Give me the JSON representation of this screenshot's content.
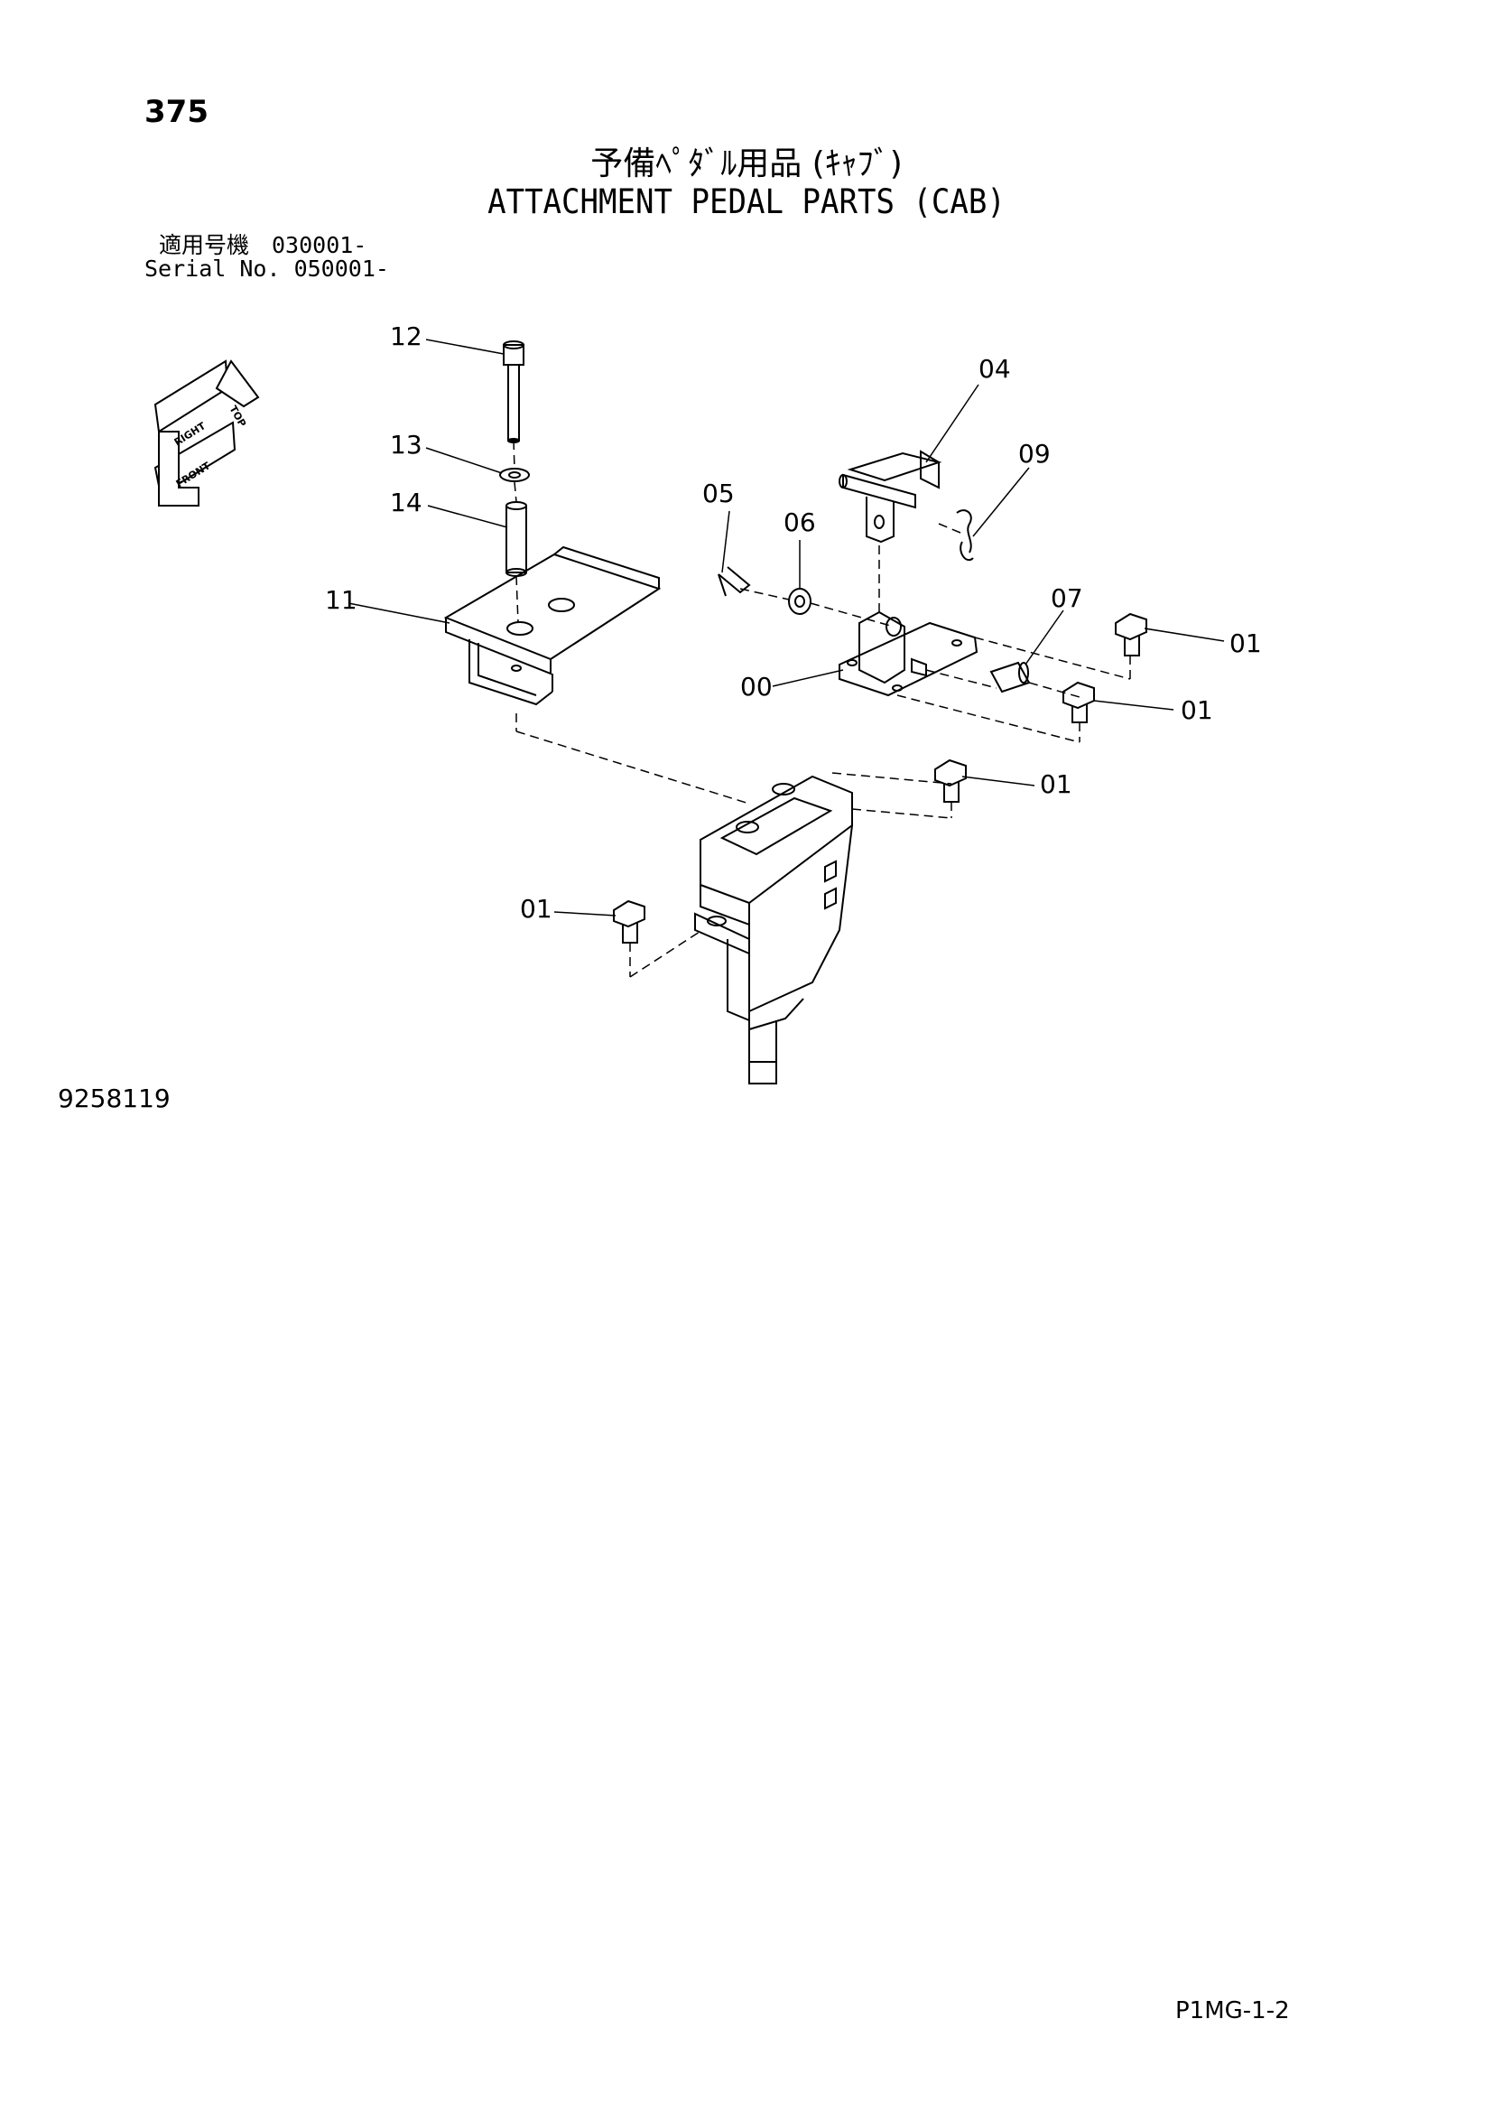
{
  "page": {
    "number": "375",
    "title_jp": "予備ﾍﾟﾀﾞﾙ用品 (ｷｬﾌﾞ)",
    "title_en": "ATTACHMENT PEDAL PARTS (CAB)",
    "serial_line_1": "適用号機　030001-",
    "serial_line_2": "Serial No. 050001-",
    "drawing_code": "9258119",
    "page_code": "P1MG-1-2"
  },
  "orientation": {
    "top": "TOP",
    "right": "RIGHT",
    "front": "FRONT"
  },
  "callouts": {
    "c12": "12",
    "c13": "13",
    "c14": "14",
    "c11": "11",
    "c04": "04",
    "c09": "09",
    "c05": "05",
    "c06": "06",
    "c07": "07",
    "c00": "00",
    "c01a": "01",
    "c01b": "01",
    "c01c": "01",
    "c01d": "01"
  }
}
